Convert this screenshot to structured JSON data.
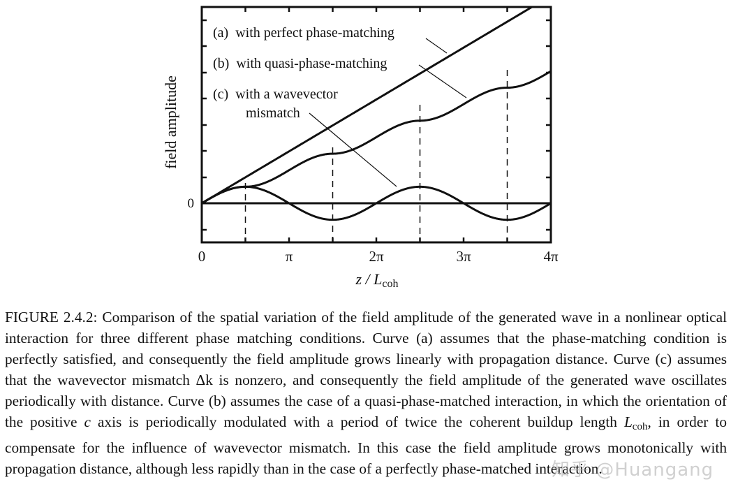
{
  "chart_data": {
    "type": "line",
    "title": "",
    "xlabel": "z / L_coh",
    "xlabel_parts": {
      "main": "z / L",
      "sub": "coh"
    },
    "ylabel": "field amplitude",
    "x_ticks": [
      "0",
      "π",
      "2π",
      "3π",
      "4π"
    ],
    "x_tick_values": [
      0,
      3.14159,
      6.28319,
      9.42478,
      12.56637
    ],
    "y_ticks_labeled": [
      "0"
    ],
    "xlim": [
      0,
      12.566
    ],
    "ylim": [
      -2.4,
      11.9
    ],
    "units_note": "amplitude in units where curve (a) = z",
    "series": [
      {
        "name": "(a) with perfect phase-matching",
        "formula": "z",
        "x": [
          0,
          3.1416,
          6.2832,
          9.4248,
          11.89
        ],
        "values": [
          0,
          3.14,
          6.28,
          9.42,
          11.89
        ]
      },
      {
        "name": "(b) with quasi-phase-matching",
        "formula": "∫|cos z| dz",
        "x": [
          0,
          1.5708,
          4.7124,
          7.854,
          10.9956,
          12.5664
        ],
        "values": [
          0,
          1,
          3,
          5,
          7,
          8
        ]
      },
      {
        "name": "(c) with a wavevector mismatch",
        "formula": "sin z",
        "x": [
          0,
          1.5708,
          3.1416,
          4.7124,
          6.2832,
          7.854,
          9.4248,
          10.9956,
          12.5664
        ],
        "values": [
          0,
          1,
          0,
          -1,
          0,
          1,
          0,
          -1,
          0
        ]
      }
    ],
    "dashed_markers_x": [
      "0.5π",
      "1.5π",
      "2.5π",
      "3.5π"
    ],
    "annotations": [
      {
        "text": "(a)  with perfect phase-matching"
      },
      {
        "text": "(b)  with quasi-phase-matching"
      },
      {
        "text": "(c)  with a wavevector",
        "text2": "mismatch"
      }
    ],
    "grid": false,
    "legend_position": "inline annotations"
  },
  "caption": {
    "label": "FIGURE 2.4.2:",
    "part1": " Comparison of the spatial variation of the field amplitude of the generated wave in a nonlinear optical interaction for three different phase matching conditions. Curve (a) assumes that the phase-matching condition is perfectly satisfied, and consequently the field amplitude grows linearly with propagation distance. Curve (c) assumes that the wavevector mismatch Δk is nonzero, and consequently the field amplitude of the generated wave oscillates periodically with distance. Curve (b) assumes the case of a quasi-phase-matched interaction, in which the orientation of the positive ",
    "italic_c": "c",
    "part2": " axis is periodically modulated with a period of twice the coherent buildup length ",
    "L": "L",
    "L_sub": "coh",
    "part3": ", in order to compensate for the influence of wavevector mismatch. In this case the field amplitude grows monotonically with propagation distance, although less rapidly than in the case of a perfectly phase-matched interaction."
  },
  "watermark": "知乎 @Huangang"
}
